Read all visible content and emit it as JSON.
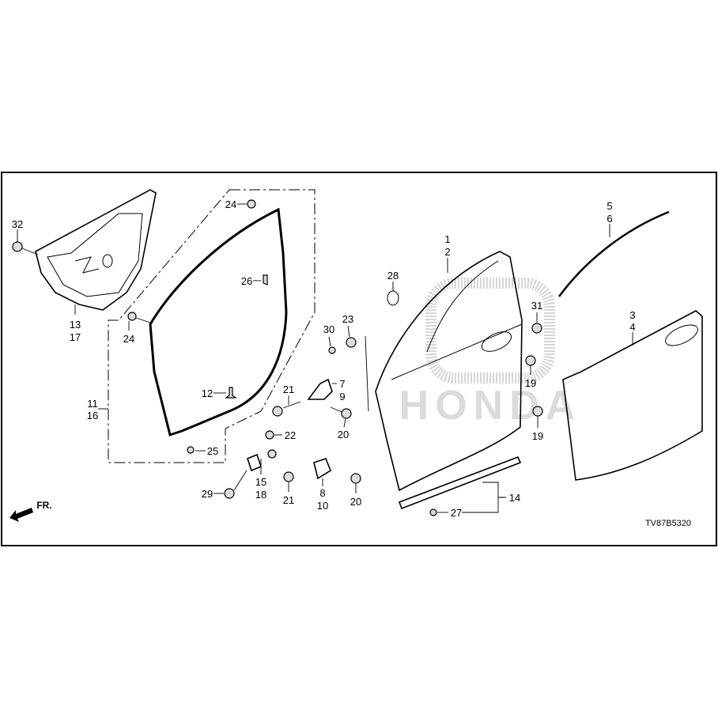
{
  "diagram": {
    "drawing_code": "TV87B5320",
    "front_indicator": "FR.",
    "watermark": "HONDA",
    "callouts": {
      "c32": "32",
      "c13": "13",
      "c17": "17",
      "c24a": "24",
      "c26": "26",
      "c24b": "24",
      "c12": "12",
      "c11": "11",
      "c16": "16",
      "c25": "25",
      "c30": "30",
      "c23": "23",
      "c21a": "21",
      "c7": "7",
      "c9": "9",
      "c20a": "20",
      "c22": "22",
      "c15": "15",
      "c18": "18",
      "c29": "29",
      "c21b": "21",
      "c8": "8",
      "c10": "10",
      "c20b": "20",
      "c28": "28",
      "c1": "1",
      "c2": "2",
      "c5": "5",
      "c6": "6",
      "c31": "31",
      "c3": "3",
      "c4": "4",
      "c19a": "19",
      "c19b": "19",
      "c14": "14",
      "c27": "27"
    }
  }
}
